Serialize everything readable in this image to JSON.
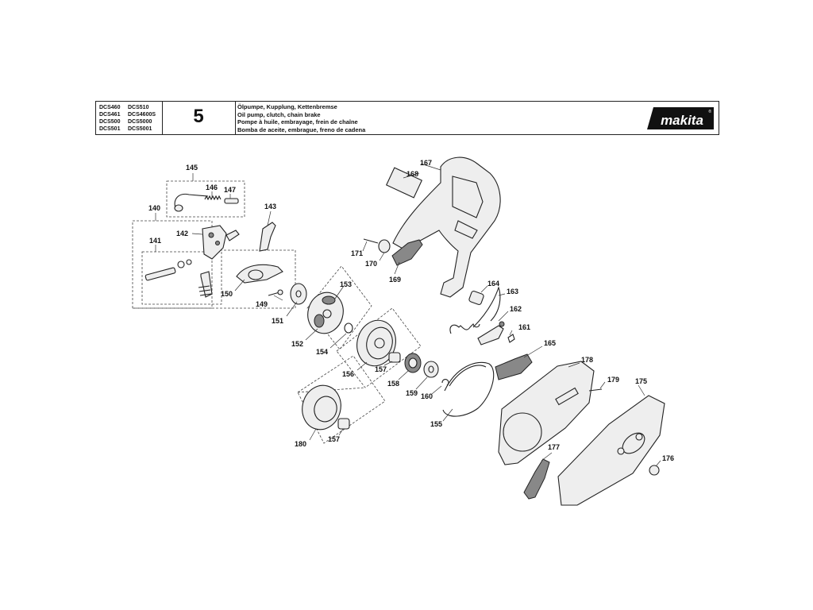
{
  "header": {
    "models_col1": [
      "DCS460",
      "DCS461",
      "DCS500",
      "DCS501"
    ],
    "models_col2": [
      "DCS510",
      "DCS4600S",
      "DCS5000",
      "DCS5001"
    ],
    "page_number": "5",
    "titles": [
      "Ölpumpe, Kupplung, Kettenbremse",
      "Oil pump, clutch, chain brake",
      "Pompe à huile, embrayage, frein de chaîne",
      "Bomba de aceite, embrague, freno de cadena"
    ],
    "brand": "makita"
  },
  "parts": {
    "p140": "140",
    "p141": "141",
    "p142": "142",
    "p143": "143",
    "p145": "145",
    "p146": "146",
    "p147": "147",
    "p149": "149",
    "p150": "150",
    "p151": "151",
    "p152": "152",
    "p153": "153",
    "p154": "154",
    "p155": "155",
    "p156": "156",
    "p157a": "157",
    "p157b": "157",
    "p158": "158",
    "p159": "159",
    "p160": "160",
    "p161": "161",
    "p162": "162",
    "p163": "163",
    "p164": "164",
    "p165": "165",
    "p167": "167",
    "p168": "168",
    "p169": "169",
    "p170": "170",
    "p171": "171",
    "p175": "175",
    "p176": "176",
    "p177": "177",
    "p178": "178",
    "p179": "179",
    "p180": "180"
  }
}
